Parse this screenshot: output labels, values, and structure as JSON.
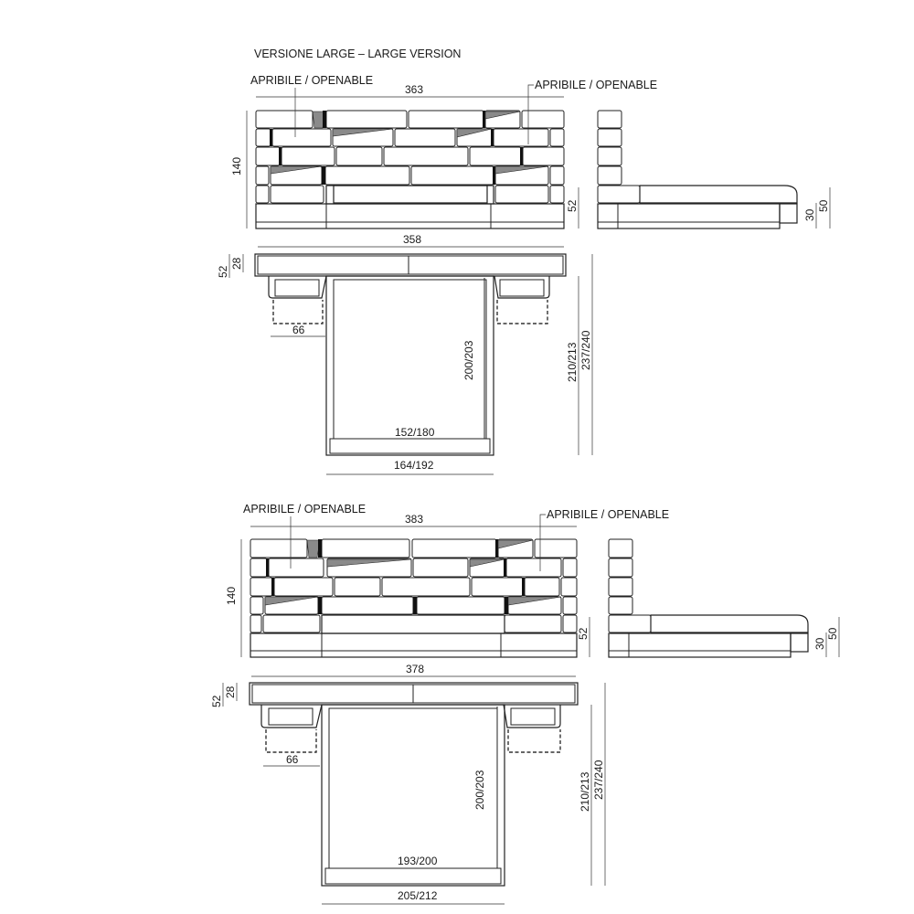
{
  "title": "VERSIONE LARGE – LARGE VERSION",
  "views": [
    {
      "openable_left": "APRIBILE / OPENABLE",
      "openable_right": "APRIBILE / OPENABLE",
      "overall_width": "363",
      "height": "140",
      "base_height": "52",
      "side_h_a": "30",
      "side_h_b": "50",
      "plan_width": "358",
      "plan_depth_a": "52",
      "plan_depth_b": "28",
      "table_width": "66",
      "mattress_length": "200/203",
      "total_length_a": "210/213",
      "total_length_b": "237/240",
      "mattress_width": "152/180",
      "frame_width": "164/192"
    },
    {
      "openable_left": "APRIBILE / OPENABLE",
      "openable_right": "APRIBILE / OPENABLE",
      "overall_width": "383",
      "height": "140",
      "base_height": "52",
      "side_h_a": "30",
      "side_h_b": "50",
      "plan_width": "378",
      "plan_depth_a": "52",
      "plan_depth_b": "28",
      "table_width": "66",
      "mattress_length": "200/203",
      "total_length_a": "210/213",
      "total_length_b": "237/240",
      "mattress_width": "193/200",
      "frame_width": "205/212"
    }
  ]
}
